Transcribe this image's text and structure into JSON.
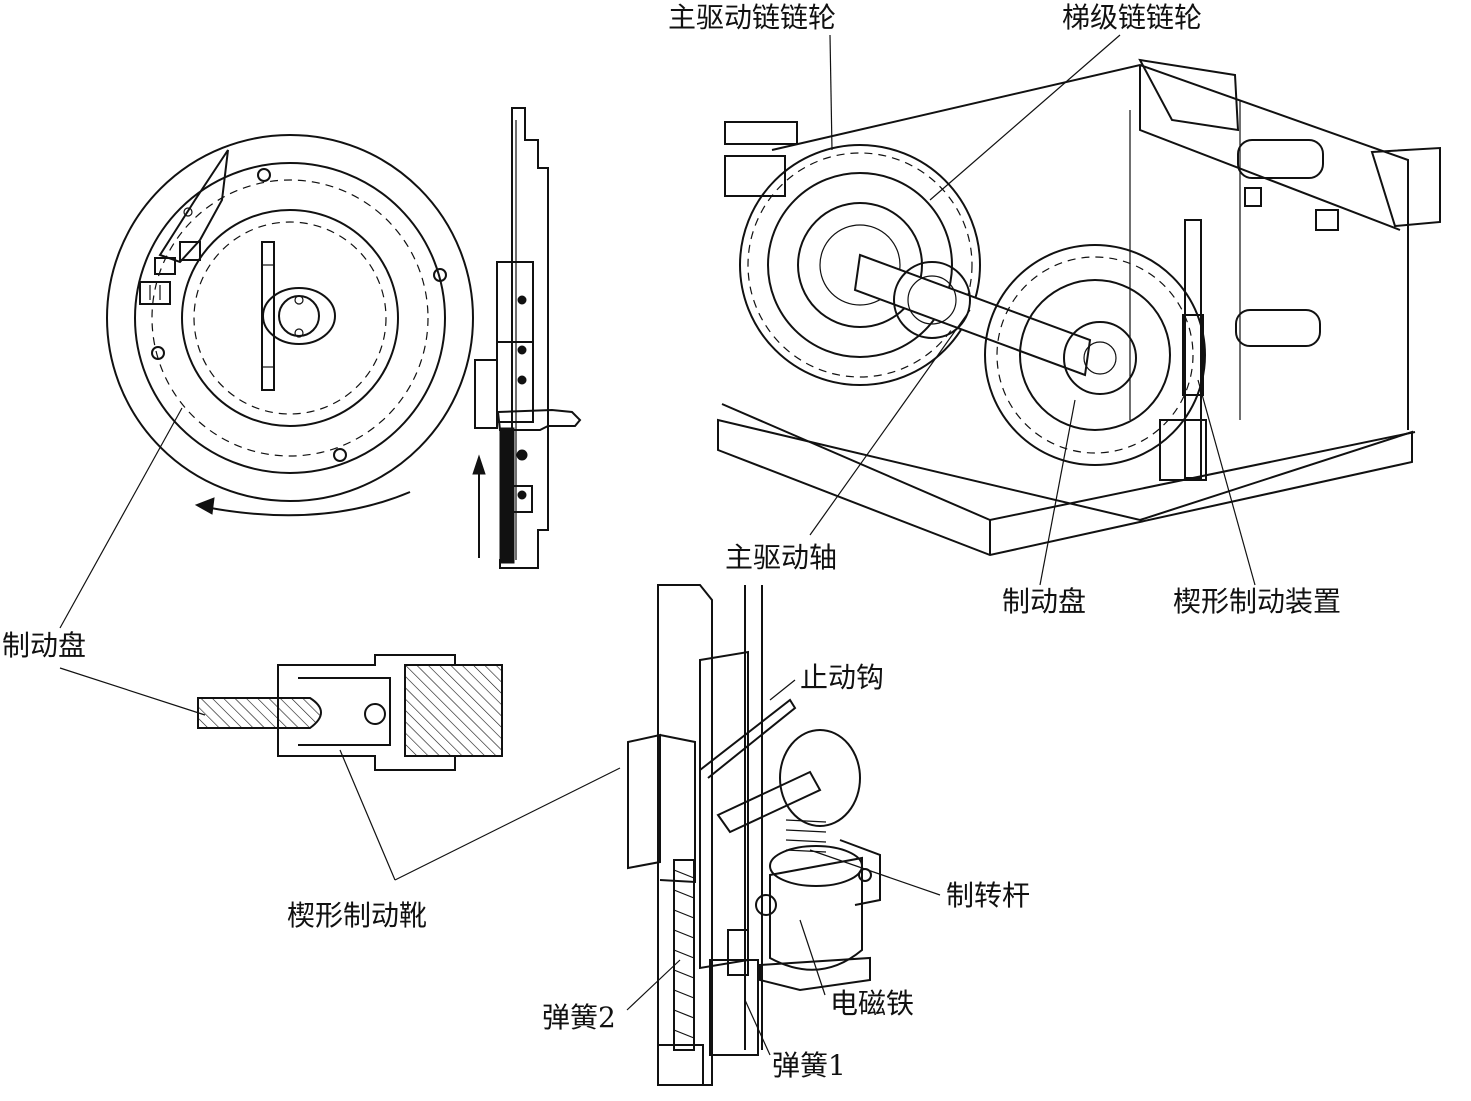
{
  "labels": {
    "main_drive_sprocket": "主驱动链链轮",
    "step_chain_sprocket": "梯级链链轮",
    "main_drive_shaft": "主驱动轴",
    "brake_disc_right": "制动盘",
    "wedge_brake_device": "楔形制动装置",
    "brake_disc_left": "制动盘",
    "stop_hook": "止动钩",
    "wedge_brake_shoe": "楔形制动靴",
    "brake_rotary_lever": "制转杆",
    "electromagnet": "电磁铁",
    "spring2": "弹簧2",
    "spring1": "弹簧1"
  }
}
